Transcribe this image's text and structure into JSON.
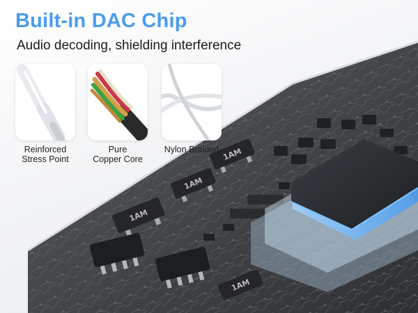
{
  "headline": "Built-in DAC Chip",
  "subline": "Audio decoding, shielding interference",
  "colors": {
    "accent": "#4a9cf0",
    "text": "#1a1a1a",
    "board": "#3a3c40",
    "glow": "#6ab8ff"
  },
  "features": [
    {
      "icon": "connector-icon",
      "caption": [
        "Reinforced",
        "Stress Point"
      ]
    },
    {
      "icon": "copper-wire-icon",
      "caption": [
        "Pure",
        "Copper Core"
      ]
    },
    {
      "icon": "braided-cable-icon",
      "caption": [
        "Nylon Braided"
      ]
    }
  ],
  "chip_markings": [
    "1AM",
    "1AM",
    "1AM",
    "1AM"
  ]
}
